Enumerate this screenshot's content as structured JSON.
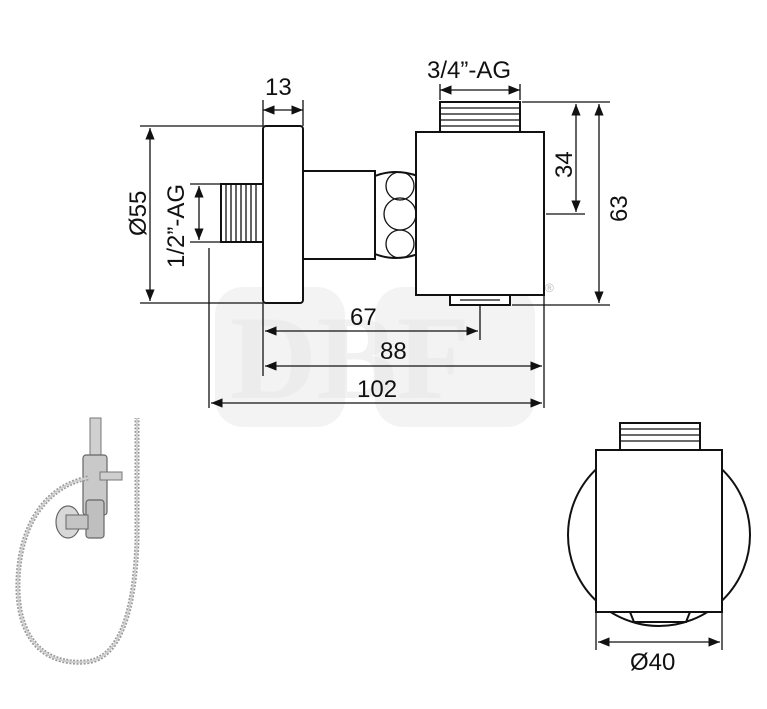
{
  "watermark": {
    "text": "DBF",
    "registered": "®"
  },
  "side_view": {
    "dimensions": {
      "flange_width": "13",
      "thread_top": "3/4”-AG",
      "height_upper": "34",
      "height_total": "63",
      "diameter_flange": "Ø55",
      "thread_left": "1/2”-AG",
      "length_a": "67",
      "length_b": "88",
      "length_c": "102"
    }
  },
  "front_view": {
    "dimensions": {
      "diameter": "Ø40"
    }
  },
  "product_photo": {
    "description_icon": "shower-valve-with-hose-icon"
  }
}
